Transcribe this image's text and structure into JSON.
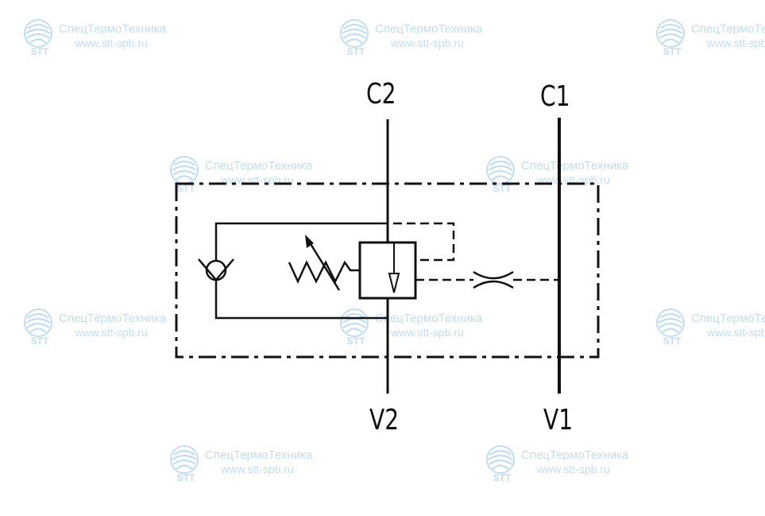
{
  "diagram": {
    "ports": {
      "c2": "C2",
      "c1": "C1",
      "v2": "V2",
      "v1": "V1"
    },
    "line_color": "#111111"
  },
  "watermark": {
    "logo_text": "STT",
    "company": "СпецТермоТехника",
    "site": "www.stt-spb.ru",
    "color": "#8fc3e8"
  }
}
